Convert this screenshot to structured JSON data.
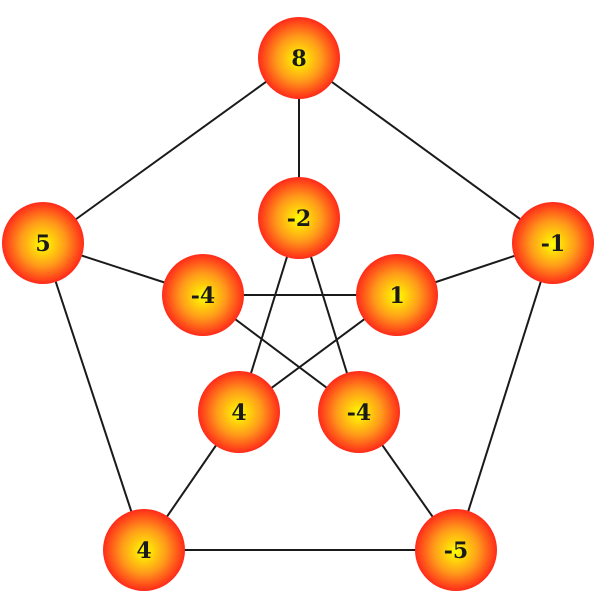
{
  "graph": {
    "name": "Petersen graph",
    "node_fill_center": "#ffff00",
    "node_fill_mid": "#ff9a1a",
    "node_fill_edge": "#ff2a1a",
    "edge_color": "#1a1a1a",
    "nodes": [
      {
        "id": "outer-top",
        "label": "8"
      },
      {
        "id": "outer-right",
        "label": "-1"
      },
      {
        "id": "outer-bottom-right",
        "label": "-5"
      },
      {
        "id": "outer-bottom-left",
        "label": "4"
      },
      {
        "id": "outer-left",
        "label": "5"
      },
      {
        "id": "inner-top",
        "label": "-2"
      },
      {
        "id": "inner-right",
        "label": "1"
      },
      {
        "id": "inner-bottom-right",
        "label": "-4"
      },
      {
        "id": "inner-bottom-left",
        "label": "4"
      },
      {
        "id": "inner-left",
        "label": "-4"
      }
    ],
    "edges": [
      [
        "outer-top",
        "outer-right"
      ],
      [
        "outer-right",
        "outer-bottom-right"
      ],
      [
        "outer-bottom-right",
        "outer-bottom-left"
      ],
      [
        "outer-bottom-left",
        "outer-left"
      ],
      [
        "outer-left",
        "outer-top"
      ],
      [
        "outer-top",
        "inner-top"
      ],
      [
        "outer-right",
        "inner-right"
      ],
      [
        "outer-bottom-right",
        "inner-bottom-right"
      ],
      [
        "outer-bottom-left",
        "inner-bottom-left"
      ],
      [
        "outer-left",
        "inner-left"
      ],
      [
        "inner-top",
        "inner-bottom-right"
      ],
      [
        "inner-top",
        "inner-bottom-left"
      ],
      [
        "inner-right",
        "inner-left"
      ],
      [
        "inner-right",
        "inner-bottom-left"
      ],
      [
        "inner-left",
        "inner-bottom-right"
      ]
    ]
  }
}
